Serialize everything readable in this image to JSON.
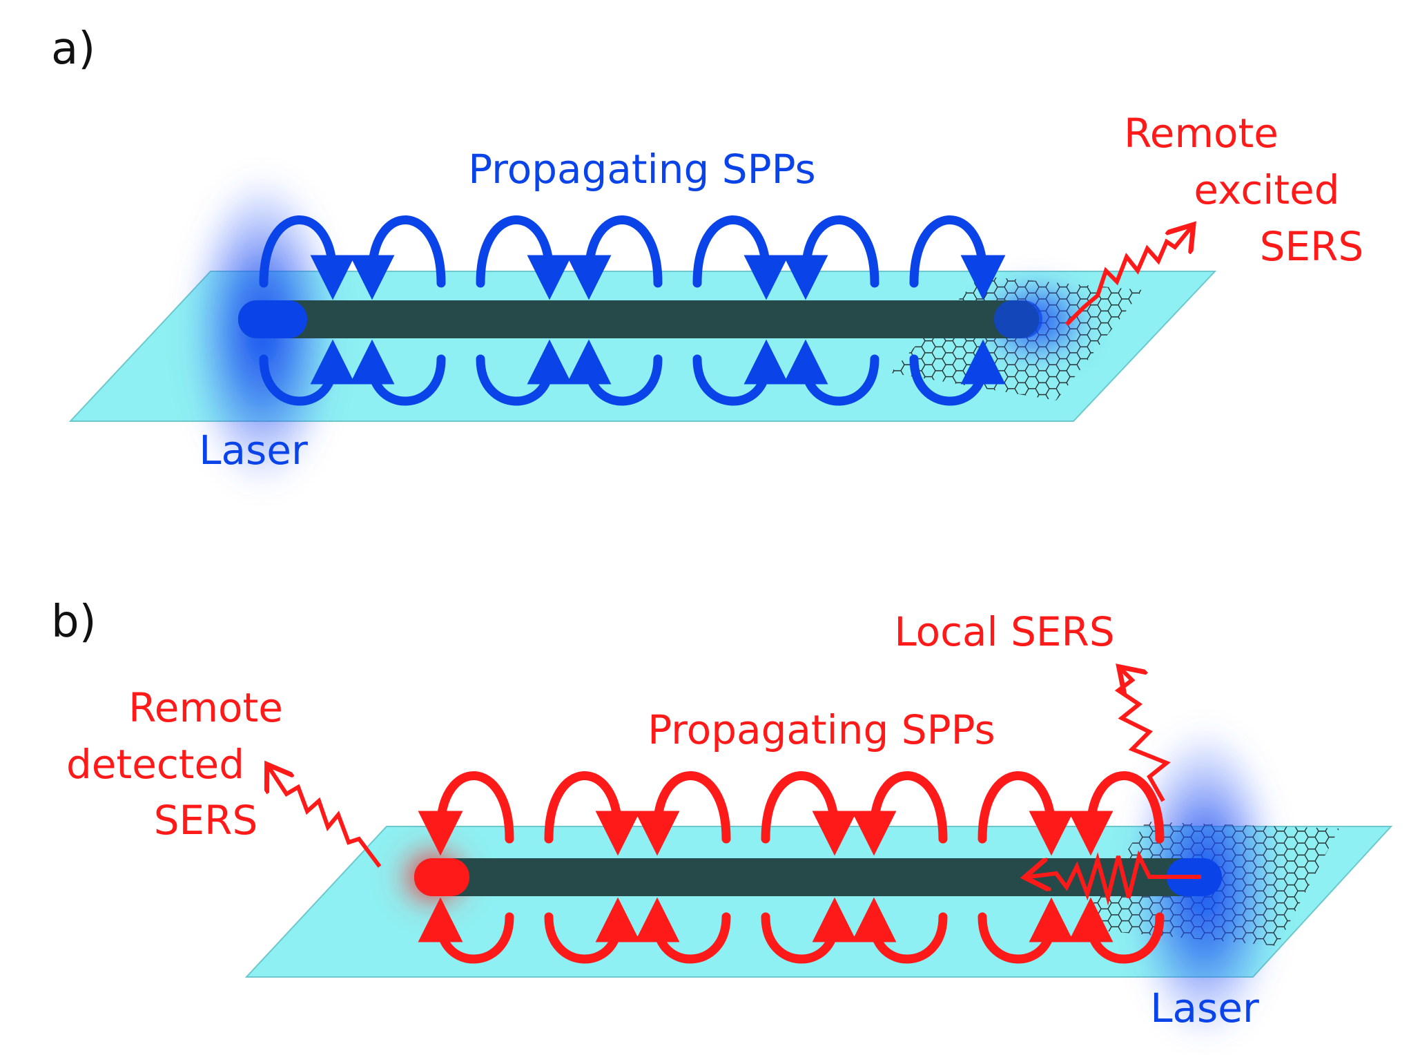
{
  "panels": {
    "a": {
      "label": "a)",
      "title": "Propagating SPPs",
      "remote_line1": "Remote",
      "remote_line2": "excited",
      "remote_line3": "SERS",
      "laser": "Laser"
    },
    "b": {
      "label": "b)",
      "title": "Propagating SPPs",
      "local": "Local SERS",
      "remote_line1": "Remote",
      "remote_line2": "detected",
      "remote_line3": "SERS",
      "laser": "Laser"
    }
  },
  "colors": {
    "substrate": "#8ef0f2",
    "wire": "#264a4a",
    "blue": "#0a44e8",
    "red": "#ff1a1a",
    "graphene": "#1a1a1a"
  }
}
